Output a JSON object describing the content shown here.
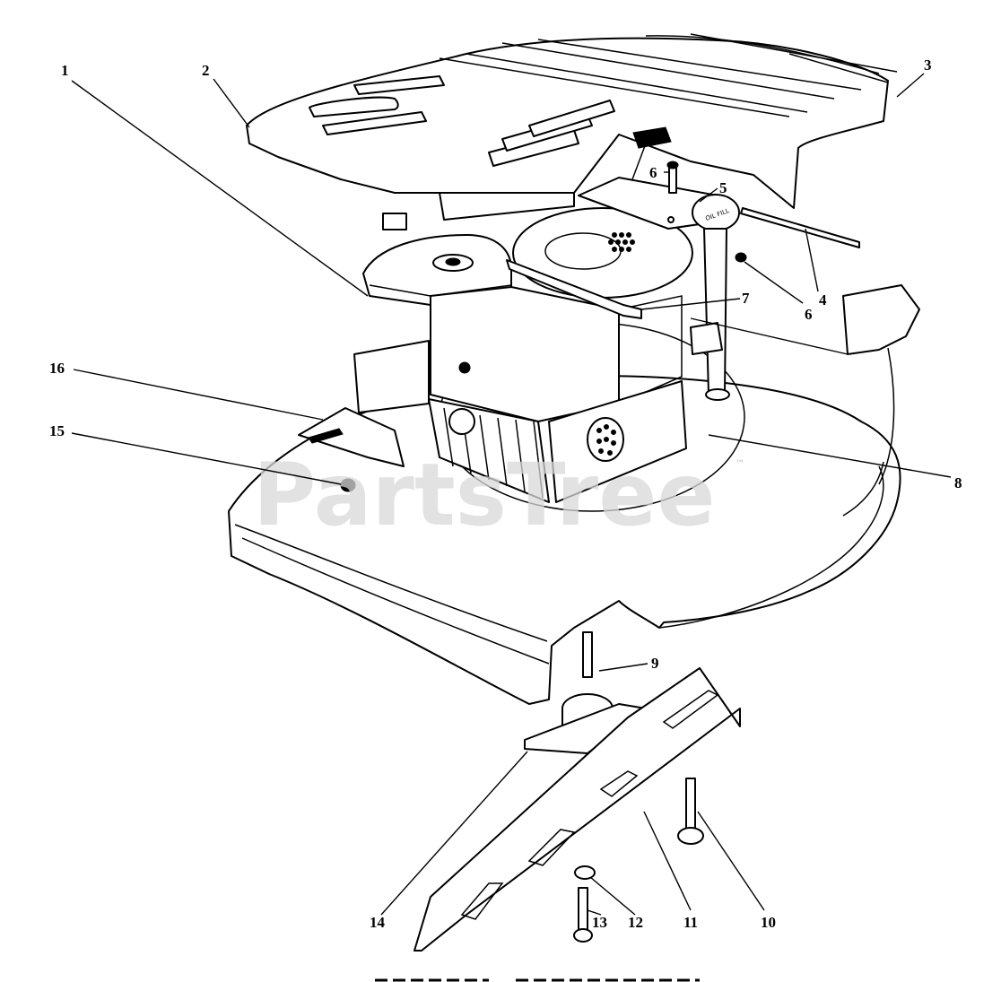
{
  "watermark": {
    "text": "PartsTree",
    "trademark": "™"
  },
  "callouts": [
    {
      "id": "1",
      "label": "1"
    },
    {
      "id": "2",
      "label": "2"
    },
    {
      "id": "3",
      "label": "3"
    },
    {
      "id": "4",
      "label": "4"
    },
    {
      "id": "5",
      "label": "5"
    },
    {
      "id": "6a",
      "label": "6"
    },
    {
      "id": "6b",
      "label": "6"
    },
    {
      "id": "7",
      "label": "7"
    },
    {
      "id": "8",
      "label": "8"
    },
    {
      "id": "9",
      "label": "9"
    },
    {
      "id": "10",
      "label": "10"
    },
    {
      "id": "11",
      "label": "11"
    },
    {
      "id": "12",
      "label": "12"
    },
    {
      "id": "13",
      "label": "13"
    },
    {
      "id": "14",
      "label": "14"
    },
    {
      "id": "15",
      "label": "15"
    },
    {
      "id": "16",
      "label": "16"
    }
  ],
  "decals": {
    "oil_fill_cap": "OIL FILL"
  }
}
